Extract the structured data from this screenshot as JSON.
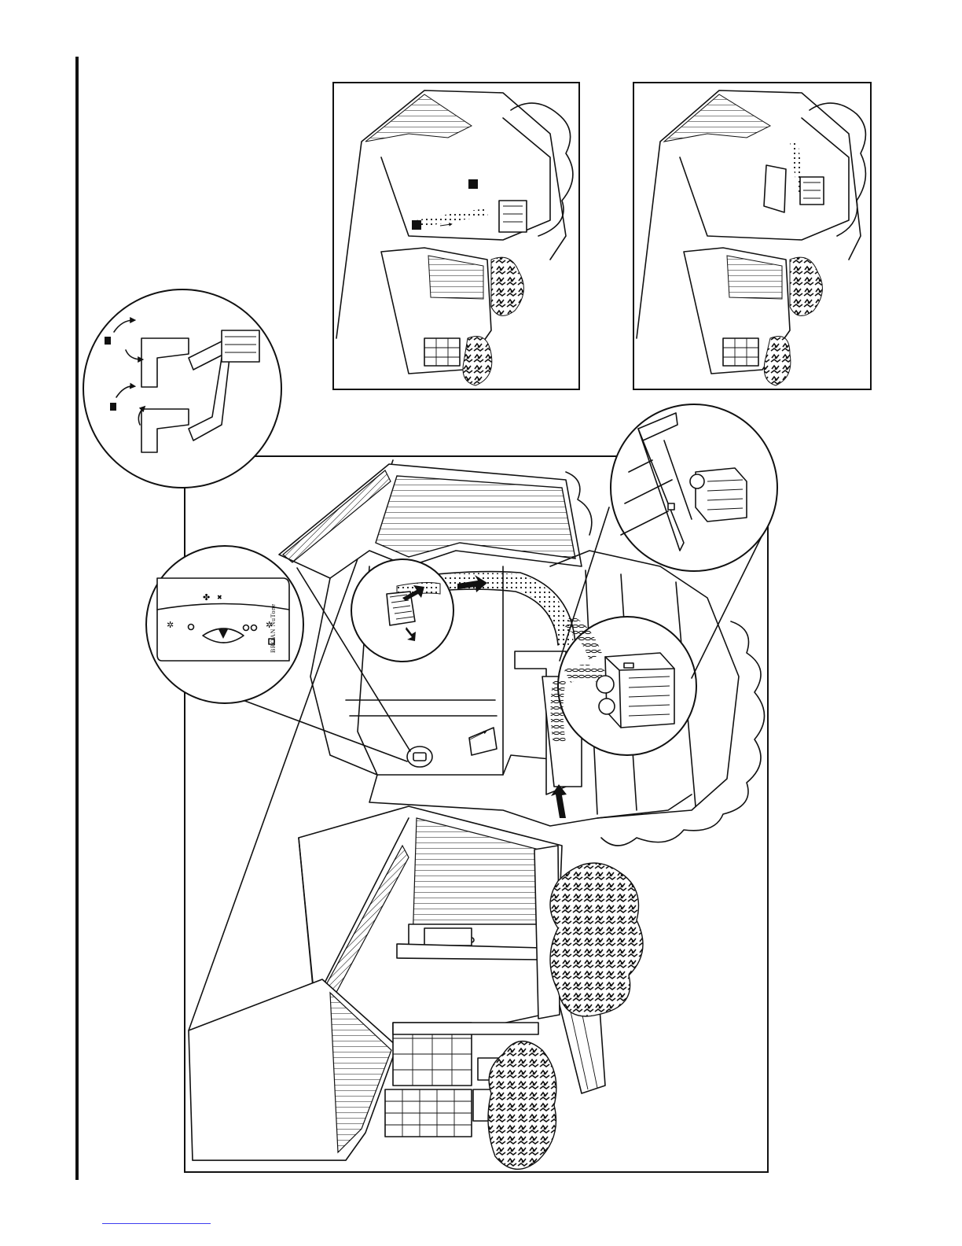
{
  "document": {
    "control_panel_brand": "BROAN NuTone"
  },
  "colors": {
    "ink": "#111111",
    "paper": "#ffffff",
    "footer_link": "#3d3df0"
  },
  "figures": {
    "main_house_illustration": "house",
    "top_left_inset": "house-ducting-variant-a",
    "top_right_inset": "house-ducting-variant-b",
    "duct_detail_magnifier": "duct-detail",
    "control_panel_magnifier": "control-panel",
    "ceiling_grille_magnifier": "ceiling-grille",
    "hrv_unit_magnifier": "hrv-unit",
    "joist_mount_magnifier": "joist-mount"
  }
}
